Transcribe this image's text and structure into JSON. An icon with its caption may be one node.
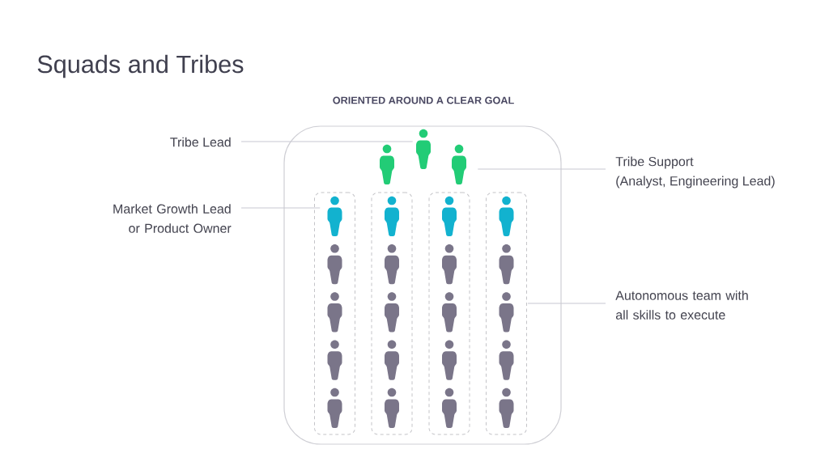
{
  "diagram": {
    "title": "Squads and Tribes",
    "nodes": [
      {
        "text": [
          "ORIENTED AROUND A CLEAR GOAL"
        ]
      },
      {
        "text": [
          "Tribe Lead"
        ]
      },
      {
        "text": [],
        "shape": "person",
        "in": 0
      },
      {
        "text": [],
        "shape": "person",
        "in": 0
      },
      {
        "text": [],
        "shape": "person",
        "in": 0
      },
      {
        "text": [
          "Tribe Support",
          "(Analyst, Engineering Lead)"
        ]
      },
      {
        "text": [
          "Market Growth Lead or Product Owner"
        ]
      },
      {
        "text": [],
        "shape": "box",
        "in": 0
      },
      {
        "text": [],
        "shape": "person",
        "in": 7
      },
      {
        "text": [],
        "shape": "person",
        "in": 7
      },
      {
        "text": [],
        "shape": "person",
        "in": 7
      },
      {
        "text": [],
        "shape": "person",
        "in": 7
      },
      {
        "text": [],
        "shape": "person",
        "in": 7
      },
      {
        "text": [],
        "shape": "box",
        "in": 0
      },
      {
        "text": [],
        "shape": "person",
        "in": 13
      },
      {
        "text": [],
        "shape": "person",
        "in": 13
      },
      {
        "text": [],
        "shape": "person",
        "in": 13
      },
      {
        "text": [],
        "shape": "person",
        "in": 13
      },
      {
        "text": [],
        "shape": "person",
        "in": 13
      },
      {
        "text": [],
        "shape": "box",
        "in": 0
      },
      {
        "text": [],
        "shape": "person",
        "in": 19
      },
      {
        "text": [],
        "shape": "person",
        "in": 19
      },
      {
        "text": [],
        "shape": "person",
        "in": 19
      },
      {
        "text": [],
        "shape": "person",
        "in": 19
      },
      {
        "text": [],
        "shape": "person",
        "in": 19
      },
      {
        "text": [],
        "shape": "box",
        "in": 0
      },
      {
        "text": [],
        "shape": "person",
        "in": 25
      },
      {
        "text": [],
        "shape": "person",
        "in": 25
      },
      {
        "text": [],
        "shape": "person",
        "in": 25
      },
      {
        "text": [],
        "shape": "person",
        "in": 25
      },
      {
        "text": [],
        "shape": "person",
        "in": 25
      },
      {
        "text": [
          "Autonomous team with all skills to execute"
        ]
      }
    ],
    "edges": [
      {
        "from": 1,
        "to": 3,
        "arrow": "none"
      },
      {
        "from": 5,
        "to": 4,
        "arrow": "none"
      },
      {
        "from": 6,
        "to": 8,
        "arrow": "none"
      },
      {
        "from": 31,
        "to": 25,
        "arrow": "none"
      }
    ]
  }
}
